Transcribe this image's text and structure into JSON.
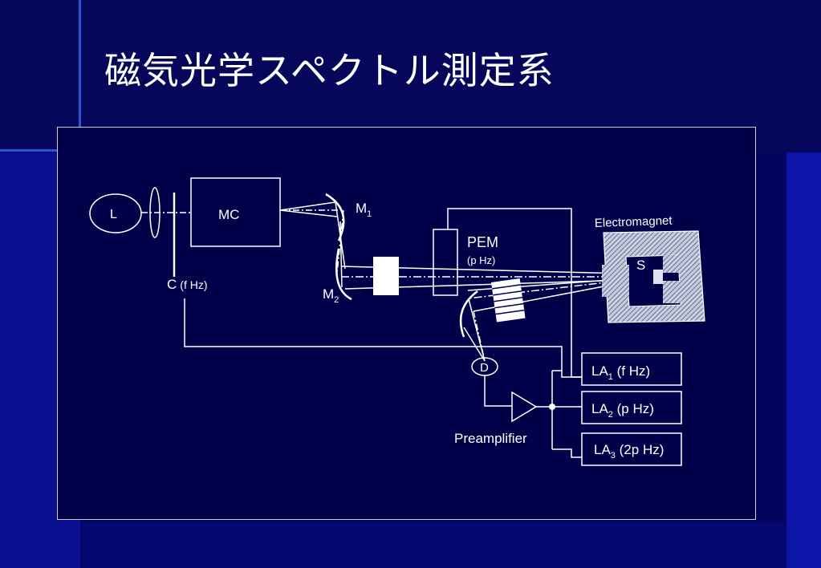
{
  "title": "磁気光学スペクトル測定系",
  "labels": {
    "lamp": "L",
    "monochromator": "MC",
    "mirror1": "M",
    "mirror1_sub": "1",
    "mirror2": "M",
    "mirror2_sub": "2",
    "chopper": "C",
    "chopper_freq": "(f Hz)",
    "pem": "PEM",
    "pem_freq": "(p Hz)",
    "electromagnet": "Electromagnet",
    "sample": "S",
    "detector": "D",
    "preamplifier": "Preamplifier",
    "la1": "LA",
    "la1_sub": "1",
    "la1_freq": " (f Hz)",
    "la2": "LA",
    "la2_sub": "2",
    "la2_freq": " (p Hz)",
    "la3": "LA",
    "la3_sub": "3",
    "la3_freq": " (2p Hz)"
  },
  "colors": {
    "background": "#04035e",
    "panel": "#01014a",
    "line": "#ffffff"
  }
}
